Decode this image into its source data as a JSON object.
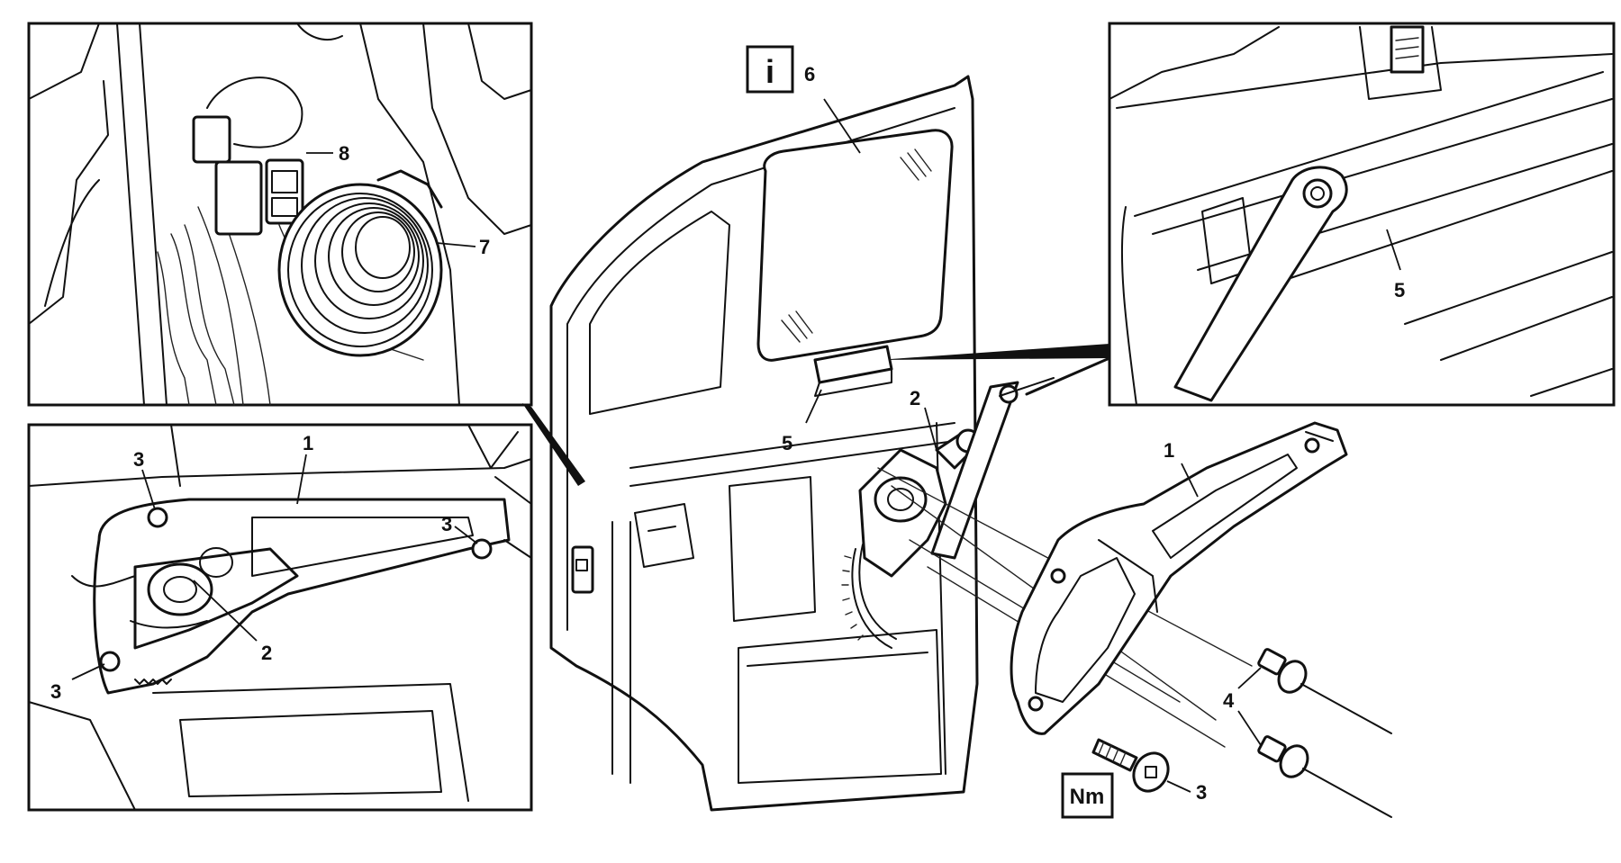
{
  "callouts": {
    "tl_8": "8",
    "tl_7": "7",
    "bl_1": "1",
    "bl_3a": "3",
    "bl_3b": "3",
    "bl_3c": "3",
    "bl_2": "2",
    "c_6": "6",
    "c_5": "5",
    "c_2": "2",
    "r_1": "1",
    "r_4": "4",
    "r_3": "3",
    "tr_5": "5"
  },
  "symbols": {
    "info": "i",
    "torque": "Nm"
  },
  "colors": {
    "line": "#111111",
    "background": "#ffffff"
  }
}
